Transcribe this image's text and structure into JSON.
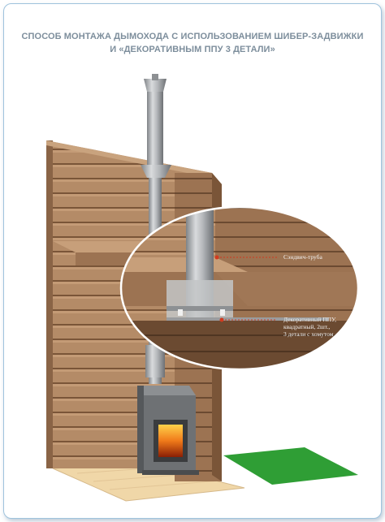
{
  "title": {
    "line1": "СПОСОБ МОНТАЖА ДЫМОХОДА С ИСПОЛЬЗОВАНИЕМ ШИБЕР-ЗАДВИЖКИ",
    "line2": "И «ДЕКОРАТИВНЫМ ППУ 3 ДЕТАЛИ»"
  },
  "callouts": {
    "sandwich_pipe": "Сэндвич-труба",
    "decor_ppu_line1": "Декоративный ППУ,",
    "decor_ppu_line2": "квадратный, 2шт.,",
    "decor_ppu_line3": "3 детали с хомутом"
  },
  "colors": {
    "frame_border": "#9fc3dd",
    "title": "#7d8e9c",
    "wood_light": "#b48b67",
    "wood_dark": "#8a6446",
    "steel": "#a7a9ac",
    "grass": "#2f9e35",
    "floor": "#f0d7a8",
    "leader_dot": "#d23a1f"
  }
}
